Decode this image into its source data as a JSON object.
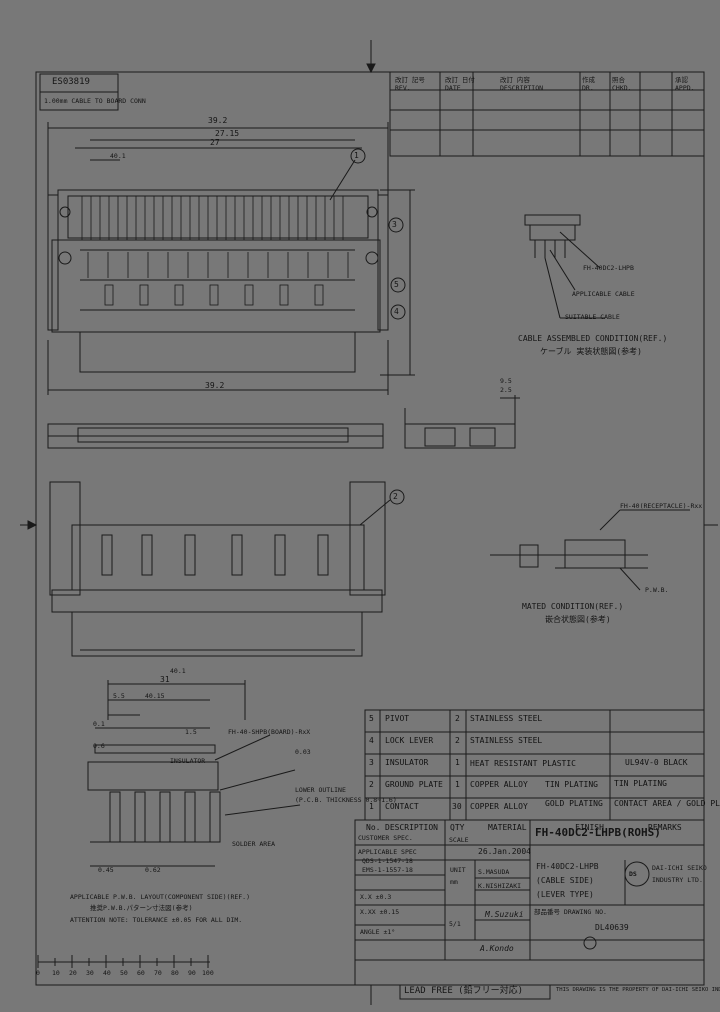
{
  "header": {
    "doc_id": "ES03819",
    "category_note": "1.00mm CABLE TO BOARD CONN",
    "rev_table_headers": [
      "改訂 記号",
      "改訂 日付",
      "改訂 内容",
      "作成",
      "照合",
      "承認"
    ],
    "rev_table_headers_en": [
      "REV.",
      "DATE",
      "DESCRIPTION",
      "DR.",
      "CHKD.",
      "APPD."
    ]
  },
  "dimensions": {
    "top_overall": "39.2",
    "top_inner": "27.15",
    "top_pitch_run": "27",
    "top_pin": "40.1",
    "bottom_width": "39.2",
    "right_depth": "2.5",
    "right_side": "9.5",
    "pcb_span": "40.1",
    "pcb_pitch": "31",
    "pcb_5p": "5.5",
    "pcb_a": "40.15",
    "pcb_b": "1.5",
    "pcb_c": "0.6",
    "pcb_d": "0.45",
    "pcb_e": "0.62",
    "pcb_f": "0.1",
    "pcb_g": "0.03"
  },
  "callouts": [
    "1",
    "2",
    "3",
    "4",
    "5"
  ],
  "notes": {
    "cable_assembled": "CABLE ASSEMBLED CONDITION(REF.)",
    "cable_assembled_jp": "ケーブル 実装状態図(参考)",
    "mated_condition": "MATED CONDITION(REF.)",
    "mated_condition_jp": "嵌合状態図(参考)",
    "pcb_layout": "APPLICABLE P.W.B. LAYOUT(COMPONENT SIDE)(REF.)",
    "pcb_layout_jp": "推奨P.W.B.パターン寸法図(参考)",
    "tolerance": "ATTENTION NOTE: TOLERANCE ±0.05 FOR ALL DIM.",
    "cable_label_1": "FH-40DC2-LHPB",
    "cable_label_2": "APPLICABLE CABLE",
    "cable_label_3": "SUITABLE CABLE",
    "mated_label": "FH-40(RECEPTACLE)-Rxx",
    "pcb_label": "P.W.B.",
    "insulator_note": "INSULATOR",
    "pattern_note": "FH-40-SHPB(BOARD)-RxX",
    "solder_note": "SOLDER AREA",
    "lower_note": "LOWER OUTLINE",
    "pcb_thickness": "(P.C.B. THICKNESS 0.8~1.6)"
  },
  "parts_table": {
    "rows": [
      {
        "no": "5",
        "name": "PIVOT",
        "qty": "2",
        "material": "STAINLESS STEEL",
        "finish": "",
        "remarks": ""
      },
      {
        "no": "4",
        "name": "LOCK   LEVER",
        "qty": "2",
        "material": "STAINLESS STEEL",
        "finish": "",
        "remarks": ""
      },
      {
        "no": "3",
        "name": "INSULATOR",
        "qty": "1",
        "material": "HEAT RESISTANT PLASTIC",
        "finish": "UL94V-0   BLACK",
        "remarks": ""
      },
      {
        "no": "2",
        "name": "GROUND PLATE",
        "qty": "1",
        "material": "COPPER ALLOY",
        "finish": "TIN PLATING",
        "remarks": "TIN PLATING"
      },
      {
        "no": "1",
        "name": "CONTACT",
        "qty": "30",
        "material": "COPPER ALLOY",
        "finish": "GOLD PLATING",
        "remarks": "CONTACT AREA / GOLD PLATING"
      }
    ],
    "headers": [
      "No.",
      "DESCRIPTION",
      "QTY",
      "MATERIAL",
      "FINISH",
      "REMARKS"
    ]
  },
  "title_block": {
    "part_name_big": "FH-40DC2-LHPB(ROHS)",
    "description": [
      "FH-40DC2-LHPB",
      "(CABLE SIDE)",
      "(LEVER TYPE)"
    ],
    "company": [
      "DAI-ICHI SEIKO",
      "INDUSTRY LTD."
    ],
    "company_mark": "DS",
    "drawing_no_label": "部品番号 DRAWING NO.",
    "drawing_no": "DL40639",
    "date": "26.Jan.2004",
    "scale_label": "SCALE",
    "scale": "5/1",
    "unit_label": "UNIT",
    "unit": "mm",
    "drawn": "S.MASUDA",
    "checked": "K.NISHIZAKI",
    "approved": "M.Suzuki",
    "applied": "A.Kondo",
    "tolerance_rows": [
      "X.X ±0.3",
      "X.XX ±0.15",
      "ANGLE ±1°"
    ],
    "applicable_specs": [
      "CUSTOMER SPEC.",
      "APPLICABLE SPEC",
      "QDS-1-1547-18",
      "EMS-1-1557-18"
    ],
    "lead_free": "LEAD FREE (鉛フリー対応)",
    "copyright": "THIS DRAWING IS THE PROPERTY OF DAI-ICHI SEIKO INDUSTRY LTD."
  },
  "ruler": {
    "ticks": [
      "0",
      "10",
      "20",
      "30",
      "40",
      "50",
      "60",
      "70",
      "80",
      "90",
      "100"
    ]
  }
}
